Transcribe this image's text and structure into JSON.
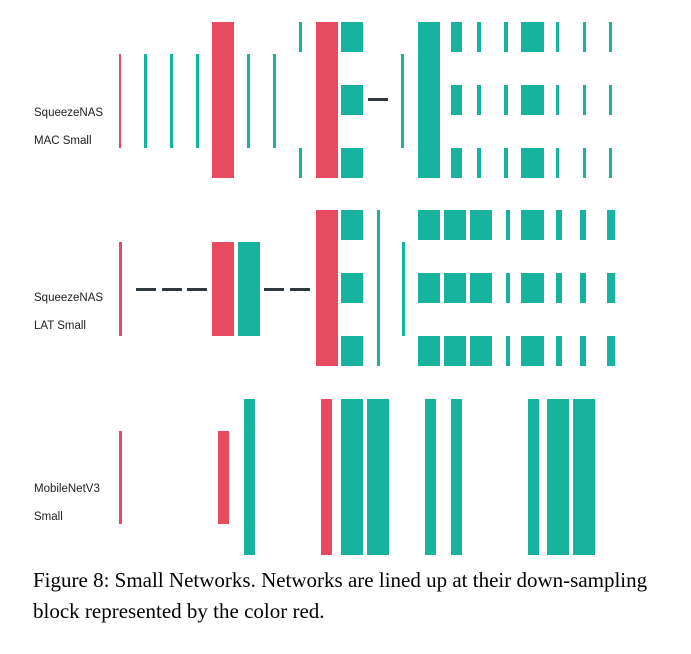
{
  "colors": {
    "downsample": "#e84a5f",
    "block": "#17b39f",
    "skip": "#2f3a40"
  },
  "networks": [
    {
      "label_line1": "SqueezeNAS",
      "label_line2": "MAC Small"
    },
    {
      "label_line1": "SqueezeNAS",
      "label_line2": "LAT Small"
    },
    {
      "label_line1": "MobileNetV3",
      "label_line2": "Small"
    }
  ],
  "caption": "Figure 8: Small Networks. Networks are lined up at their down-sampling block represented by the color red."
}
